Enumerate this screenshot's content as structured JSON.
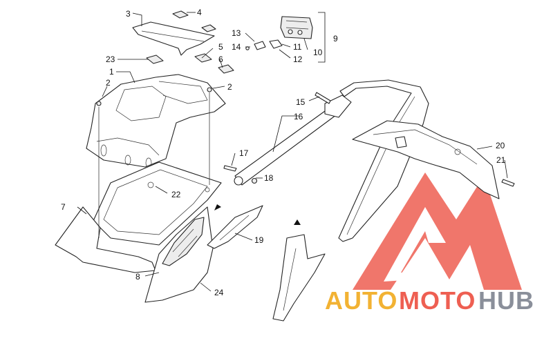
{
  "callouts": [
    {
      "id": "c1",
      "label": "1"
    },
    {
      "id": "c2a",
      "label": "2"
    },
    {
      "id": "c2b",
      "label": "2"
    },
    {
      "id": "c3",
      "label": "3"
    },
    {
      "id": "c4",
      "label": "4"
    },
    {
      "id": "c5",
      "label": "5"
    },
    {
      "id": "c6",
      "label": "6"
    },
    {
      "id": "c7",
      "label": "7"
    },
    {
      "id": "c8",
      "label": "8"
    },
    {
      "id": "c9",
      "label": "9"
    },
    {
      "id": "c10",
      "label": "10"
    },
    {
      "id": "c11",
      "label": "11"
    },
    {
      "id": "c12",
      "label": "12"
    },
    {
      "id": "c13",
      "label": "13"
    },
    {
      "id": "c14",
      "label": "14"
    },
    {
      "id": "c15",
      "label": "15"
    },
    {
      "id": "c16",
      "label": "16"
    },
    {
      "id": "c17",
      "label": "17"
    },
    {
      "id": "c18",
      "label": "18"
    },
    {
      "id": "c19",
      "label": "19"
    },
    {
      "id": "c20",
      "label": "20"
    },
    {
      "id": "c21",
      "label": "21"
    },
    {
      "id": "c22",
      "label": "22"
    },
    {
      "id": "c23",
      "label": "23"
    },
    {
      "id": "c24",
      "label": "24"
    }
  ],
  "watermark": {
    "word_a": "AUTO",
    "word_b": "MOTO",
    "word_c": "HUB",
    "color_a": "#f2b233",
    "color_b": "#ee5f52",
    "color_c": "#8a8f9a",
    "logo_color": "#ee5f52"
  },
  "colors": {
    "line": "#222222",
    "background": "#ffffff"
  }
}
